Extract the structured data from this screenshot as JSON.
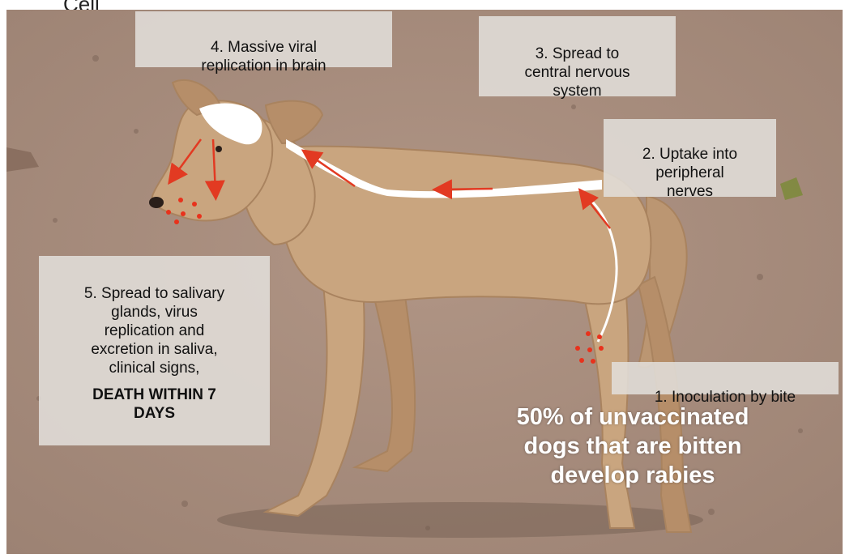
{
  "header_fragment": "Cell",
  "steps": {
    "step1": "1. Inoculation by bite",
    "step2": "2. Uptake into\nperipheral\nnerves",
    "step3": "3. Spread to\ncentral nervous\nsystem",
    "step4": "4. Massive viral\nreplication in brain",
    "step5": "5. Spread to salivary\nglands, virus\nreplication and\nexcretion in saliva,\nclinical signs,",
    "step5_emphasis": "DEATH WITHIN 7\nDAYS"
  },
  "footnote": "50% of unvaccinated\ndogs that are bitten\ndevelop rabies",
  "colors": {
    "ground": "#a48b7c",
    "dog_fur": "#c9a57f",
    "nerve_path": "#ffffff",
    "arrow": "#e23a22",
    "infection_dots": "#e8321c",
    "label_bg": "#e1deda"
  }
}
